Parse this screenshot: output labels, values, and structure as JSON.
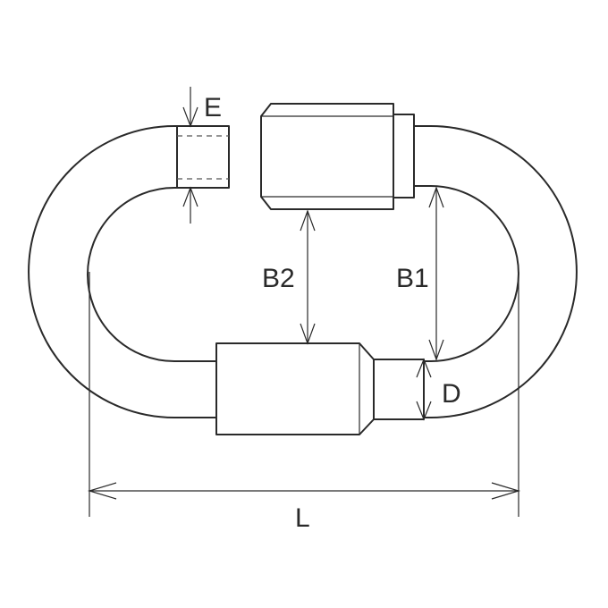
{
  "diagram": {
    "labels": {
      "e": "E",
      "b2": "B2",
      "b1": "B1",
      "d": "D",
      "l": "L"
    },
    "line_color": "#2a2a2a"
  }
}
